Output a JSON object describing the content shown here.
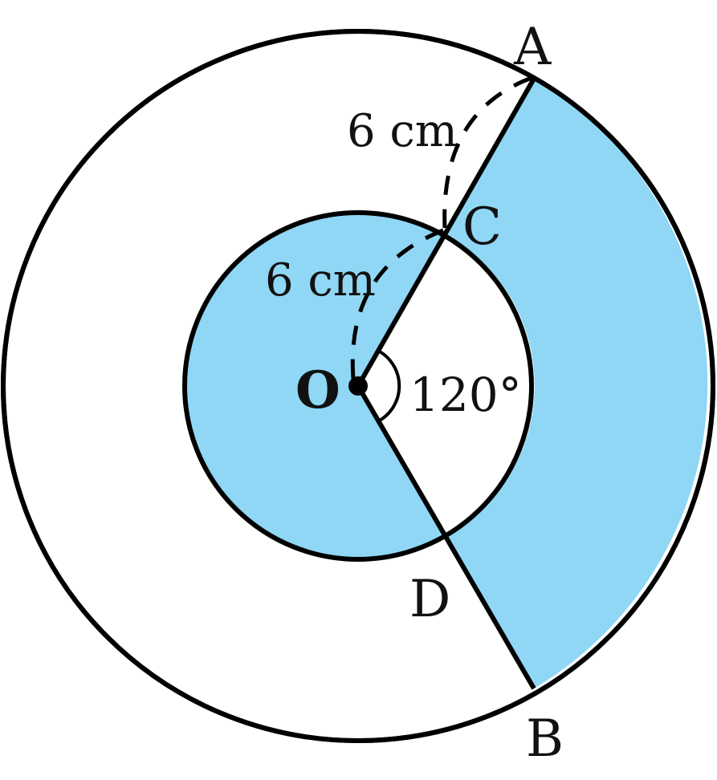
{
  "diagram": {
    "fill_color": "#8FD7F5",
    "stroke_color": "#000000",
    "angle_text": "120°",
    "points": {
      "A": "A",
      "B": "B",
      "C": "C",
      "D": "D",
      "O": "O"
    },
    "measurements": {
      "outer_segment": "6 cm",
      "inner_segment": "6 cm"
    }
  }
}
